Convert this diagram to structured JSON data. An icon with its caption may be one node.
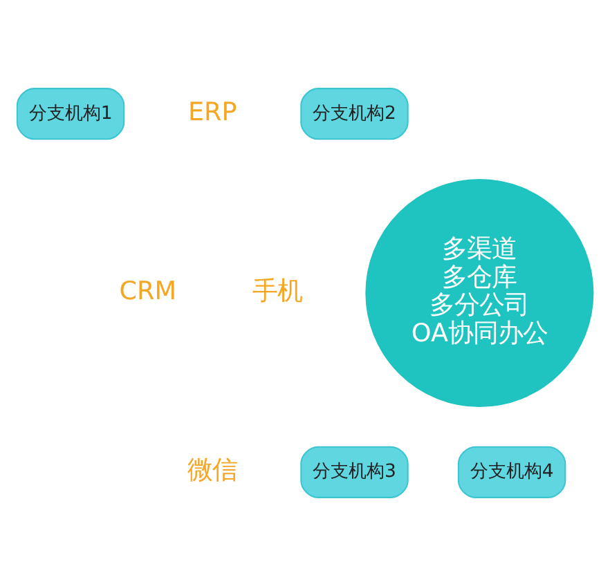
{
  "diagram": {
    "nodes": [
      {
        "text": [
          "多渠道",
          "多仓库",
          "多分公司",
          "OA协同办公"
        ]
      },
      {
        "text": [
          "分支机构1"
        ]
      },
      {
        "text": [
          "分支机构2"
        ]
      },
      {
        "text": [
          "分支机构3"
        ]
      },
      {
        "text": [
          "分支机构4"
        ]
      }
    ],
    "edges": [],
    "labels": [
      "ERP",
      "CRM",
      "手机",
      "微信"
    ]
  }
}
